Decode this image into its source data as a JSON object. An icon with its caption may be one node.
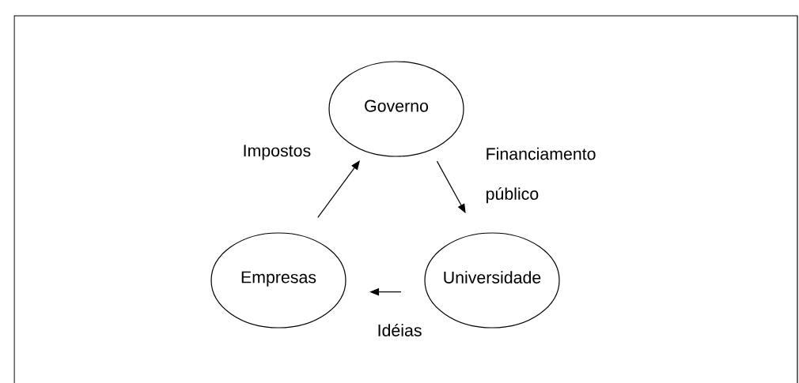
{
  "diagram": {
    "nodes": [
      {
        "text": [
          "Governo"
        ]
      },
      {
        "text": [
          "Empresas"
        ]
      },
      {
        "text": [
          "Universidade"
        ]
      }
    ],
    "edges": [
      {
        "from": 1,
        "to": 0,
        "arrow": "to",
        "label": "Impostos"
      },
      {
        "from": 0,
        "to": 2,
        "arrow": "to",
        "label": "Financiamento público"
      },
      {
        "from": 2,
        "to": 1,
        "arrow": "to",
        "label": "Idéias"
      }
    ]
  }
}
